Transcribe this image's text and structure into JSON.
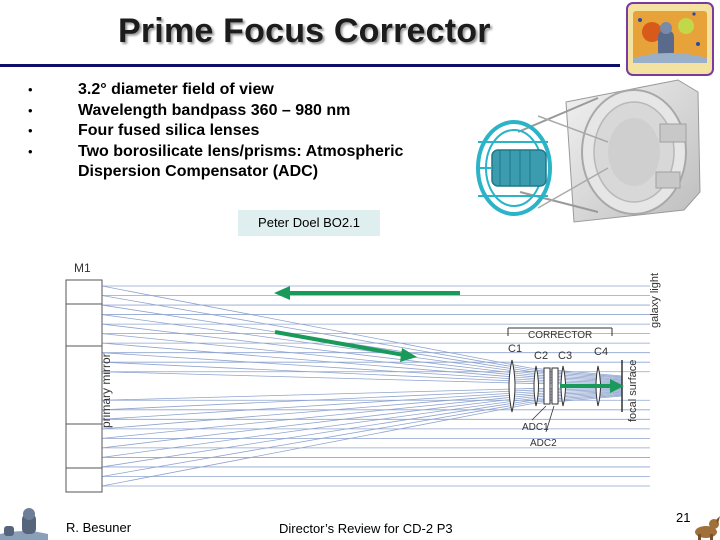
{
  "slide": {
    "title": "Prime Focus Corrector",
    "bullet_char": "•",
    "bullets": [
      "3.2° diameter field of view",
      "Wavelength bandpass 360 – 980 nm",
      "Four fused silica lenses",
      "Two borosilicate lens/prisms: Atmospheric Dispersion Compensator (ADC)"
    ],
    "credit": "Peter Doel BO2.1"
  },
  "diagram": {
    "m1_label": "M1",
    "primary_mirror_label": "primary mirror",
    "galaxy_light_label": "galaxy light",
    "corrector_label": "CORRECTOR",
    "c1_label": "C1",
    "c2_label": "C2",
    "c3_label": "C3",
    "c4_label": "C4",
    "adc1_label": "ADC1",
    "adc2_label": "ADC2",
    "focal_surface_label": "focal surface"
  },
  "footer": {
    "left": "R. Besuner",
    "center": "Director’s Review for CD-2 P3",
    "page": "21"
  },
  "colors": {
    "title_shadow": "#9a9a9a",
    "rule": "#0d0d6b",
    "arrow": "#1a9a5a",
    "rays": "#8fa4cf",
    "credit_bg": "#dfeeee",
    "telescope": "#2bb3c8"
  }
}
